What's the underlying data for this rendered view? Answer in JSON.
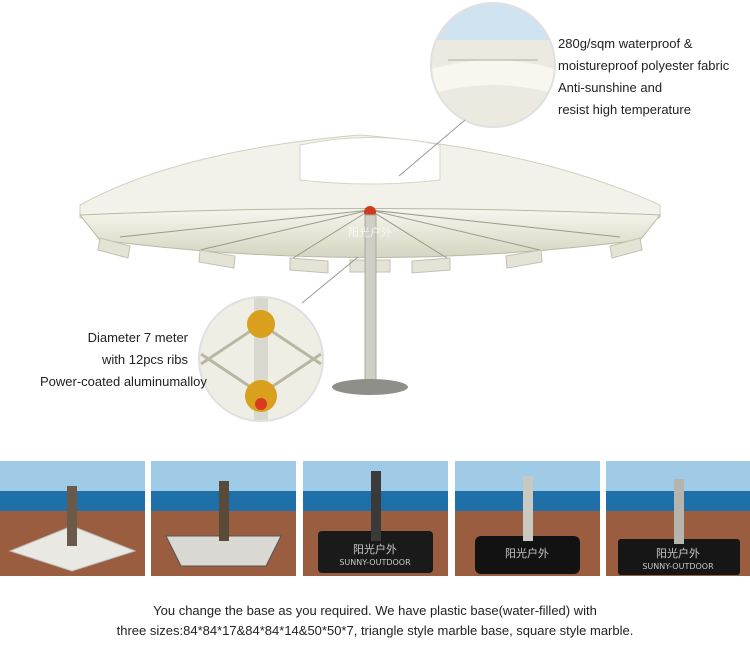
{
  "callouts": {
    "fabric": {
      "line1": "280g/sqm waterproof &",
      "line2": "moistureproof polyester fabric",
      "line3": "Anti-sunshine and",
      "line4": "resist high temperature"
    },
    "frame": {
      "line1": "Diameter 7  meter",
      "line2": "with 12pcs ribs",
      "line3": "Power-coated aluminumalloy"
    }
  },
  "watermark": {
    "brand_cn": "阳光户外",
    "brand_en": "SUNNY-OUTDOOR"
  },
  "caption": {
    "line1": "You change the base as you required. We have plastic base(water-filled) with",
    "line2": "three sizes:84*84*17&84*84*14&50*50*7, triangle style marble base, square style marble."
  },
  "colors": {
    "canopy": "#f1f0e6",
    "canopy_shade": "#c9c8b4",
    "pole": "#c8c8c0",
    "hub": "#d8a020",
    "sky": "#7fb7dc",
    "sea": "#1f6fa8",
    "deck": "#9a5d40"
  },
  "icons": [
    "umbrella-illustration",
    "fabric-detail-image",
    "frame-detail-image",
    "base-photo"
  ]
}
